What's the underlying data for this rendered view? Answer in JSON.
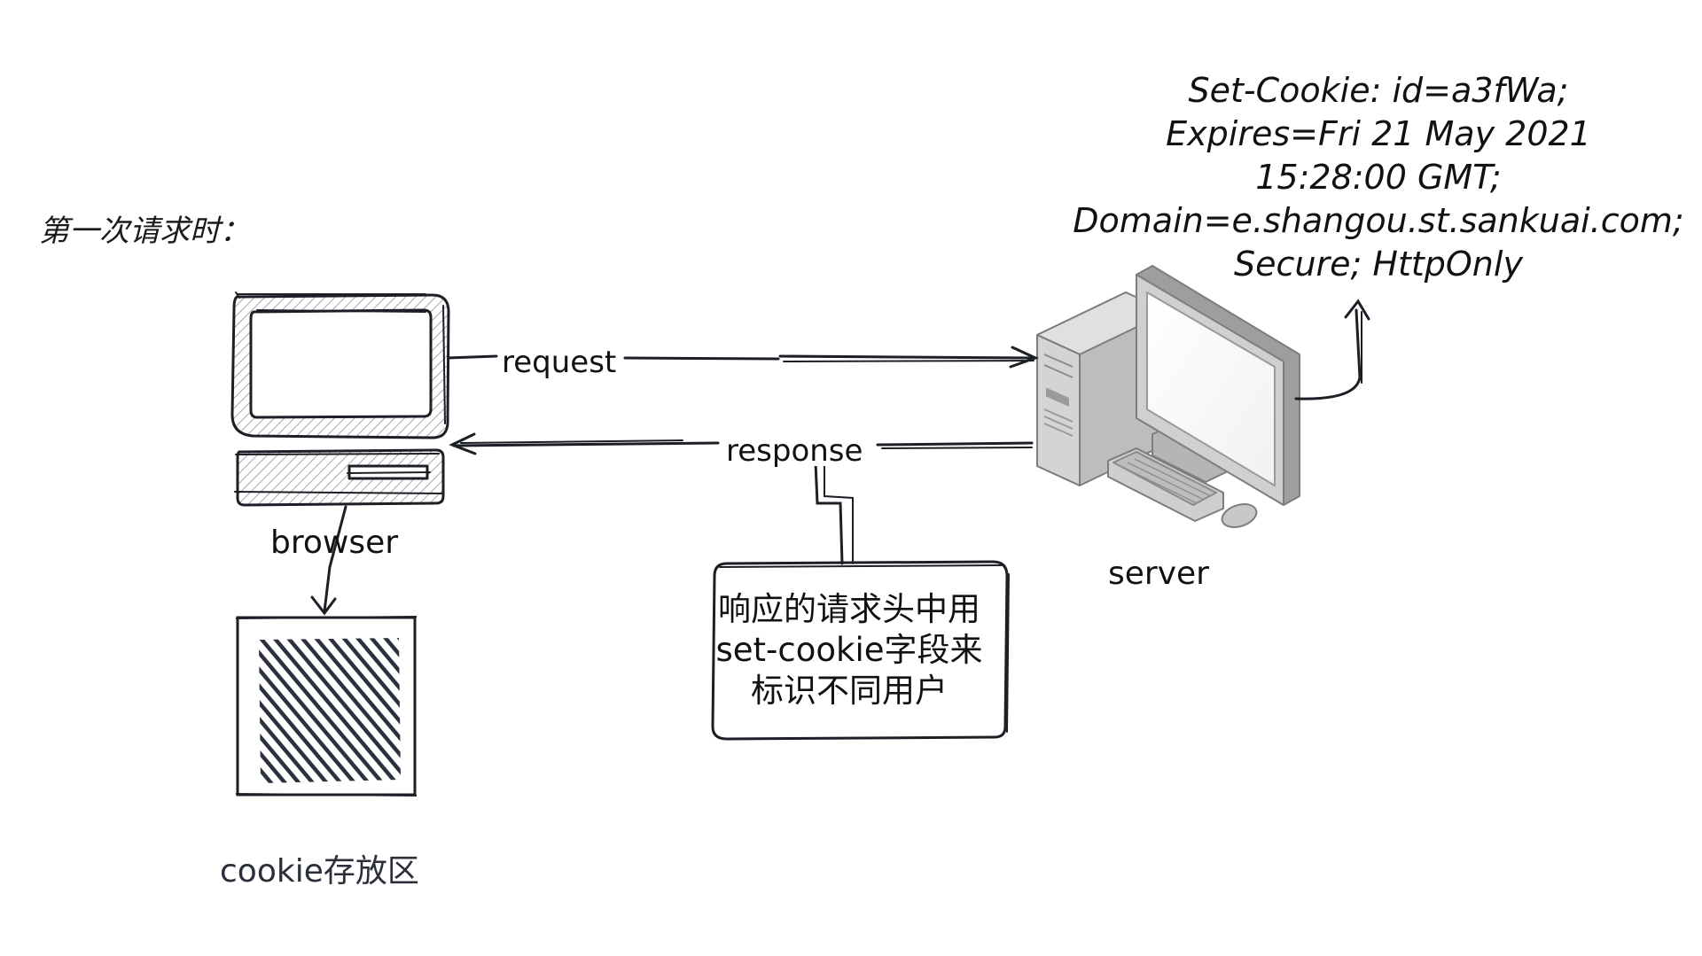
{
  "heading": "第一次请求时：",
  "nodes": {
    "browser": "browser",
    "server": "server",
    "cookie_store": "cookie存放区"
  },
  "edges": {
    "request": "request",
    "response": "response"
  },
  "note": {
    "lines": [
      "响应的请求头中用",
      "set-cookie字段来",
      "标识不同用户"
    ]
  },
  "set_cookie_header": {
    "lines": [
      "Set-Cookie: id=a3fWa;",
      "Expires=Fri 21 May 2021",
      "15:28:00 GMT;",
      "Domain=e.shangou.st.sankuai.com;",
      "Secure; HttpOnly"
    ]
  },
  "colors": {
    "stroke": "#1c1f26",
    "hatch": "#9a9ca3",
    "store_fill": "#2c3140",
    "server_light": "#e6e6e6",
    "server_mid": "#bdbdbd",
    "server_dark": "#8c8c8c"
  }
}
